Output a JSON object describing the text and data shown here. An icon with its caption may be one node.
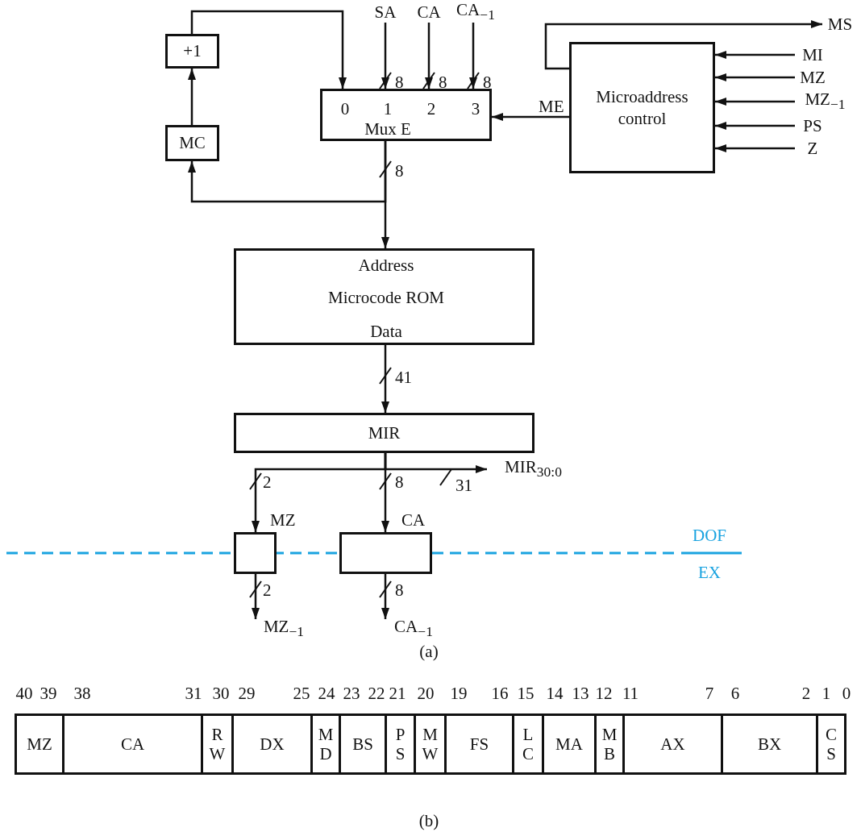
{
  "diagram": {
    "nodes": [
      {
        "text": [
          "+1"
        ]
      },
      {
        "text": [
          "MC"
        ]
      },
      {
        "text": [
          "0",
          "1",
          "2",
          "3",
          "Mux E"
        ]
      },
      {
        "text": [
          "Microaddress control"
        ]
      },
      {
        "text": [
          "Address",
          "Microcode ROM",
          "Data"
        ]
      },
      {
        "text": [
          "MIR"
        ]
      },
      {
        "text": [],
        "shape": "box"
      },
      {
        "text": [],
        "shape": "box"
      },
      {
        "text": [
          "SA"
        ]
      },
      {
        "text": [
          "CA"
        ]
      },
      {
        "text": [
          "CA$_{−1}$"
        ]
      },
      {
        "text": [
          "MS"
        ]
      },
      {
        "text": [
          "MI"
        ]
      },
      {
        "text": [
          "MZ"
        ]
      },
      {
        "text": [
          "MZ$_{−1}$"
        ]
      },
      {
        "text": [
          "PS"
        ]
      },
      {
        "text": [
          "Z"
        ]
      },
      {
        "text": [
          "MIR$_{30:0}$"
        ]
      },
      {
        "text": [
          "MZ$_{−1}$"
        ]
      },
      {
        "text": [
          "CA$_{−1}$"
        ]
      }
    ],
    "edges": [
      {
        "from": 1,
        "to": 0,
        "arrow": "to"
      },
      {
        "from": 0,
        "to": 2,
        "arrow": "to"
      },
      {
        "from": 8,
        "to": 2,
        "arrow": "to"
      },
      {
        "from": 9,
        "to": 2,
        "arrow": "to"
      },
      {
        "from": 10,
        "to": 2,
        "arrow": "to"
      },
      {
        "from": 3,
        "to": 2,
        "arrow": "to",
        "label": "ME"
      },
      {
        "from": 3,
        "to": 11,
        "arrow": "to"
      },
      {
        "from": 12,
        "to": 3,
        "arrow": "to"
      },
      {
        "from": 13,
        "to": 3,
        "arrow": "to"
      },
      {
        "from": 14,
        "to": 3,
        "arrow": "to"
      },
      {
        "from": 15,
        "to": 3,
        "arrow": "to"
      },
      {
        "from": 16,
        "to": 3,
        "arrow": "to"
      },
      {
        "from": 2,
        "to": 4,
        "arrow": "to"
      },
      {
        "from": 2,
        "to": 1,
        "arrow": "to"
      },
      {
        "from": 4,
        "to": 5,
        "arrow": "to"
      },
      {
        "from": 5,
        "to": 6,
        "arrow": "to",
        "label": "MZ"
      },
      {
        "from": 5,
        "to": 7,
        "arrow": "to",
        "label": "CA"
      },
      {
        "from": 5,
        "to": 17,
        "arrow": "to"
      },
      {
        "from": 6,
        "to": 18,
        "arrow": "to"
      },
      {
        "from": 7,
        "to": 19,
        "arrow": "to"
      }
    ],
    "labels": [
      "8",
      "8",
      "8",
      "8",
      "41",
      "2",
      "8",
      "31",
      "2",
      "8",
      "DOF",
      "EX",
      "(a)",
      "40",
      "39",
      "38",
      "31",
      "30",
      "29",
      "25",
      "24",
      "23",
      "22",
      "21",
      "20",
      "19",
      "16",
      "15",
      "14",
      "13",
      "12",
      "11",
      "7",
      "6",
      "2",
      "1",
      "0",
      "MZ",
      "CA",
      "RW",
      "DX",
      "MD",
      "BS",
      "PS",
      "MW",
      "FS",
      "LC",
      "MA",
      "MB",
      "AX",
      "BX",
      "CS",
      "(b)"
    ]
  }
}
